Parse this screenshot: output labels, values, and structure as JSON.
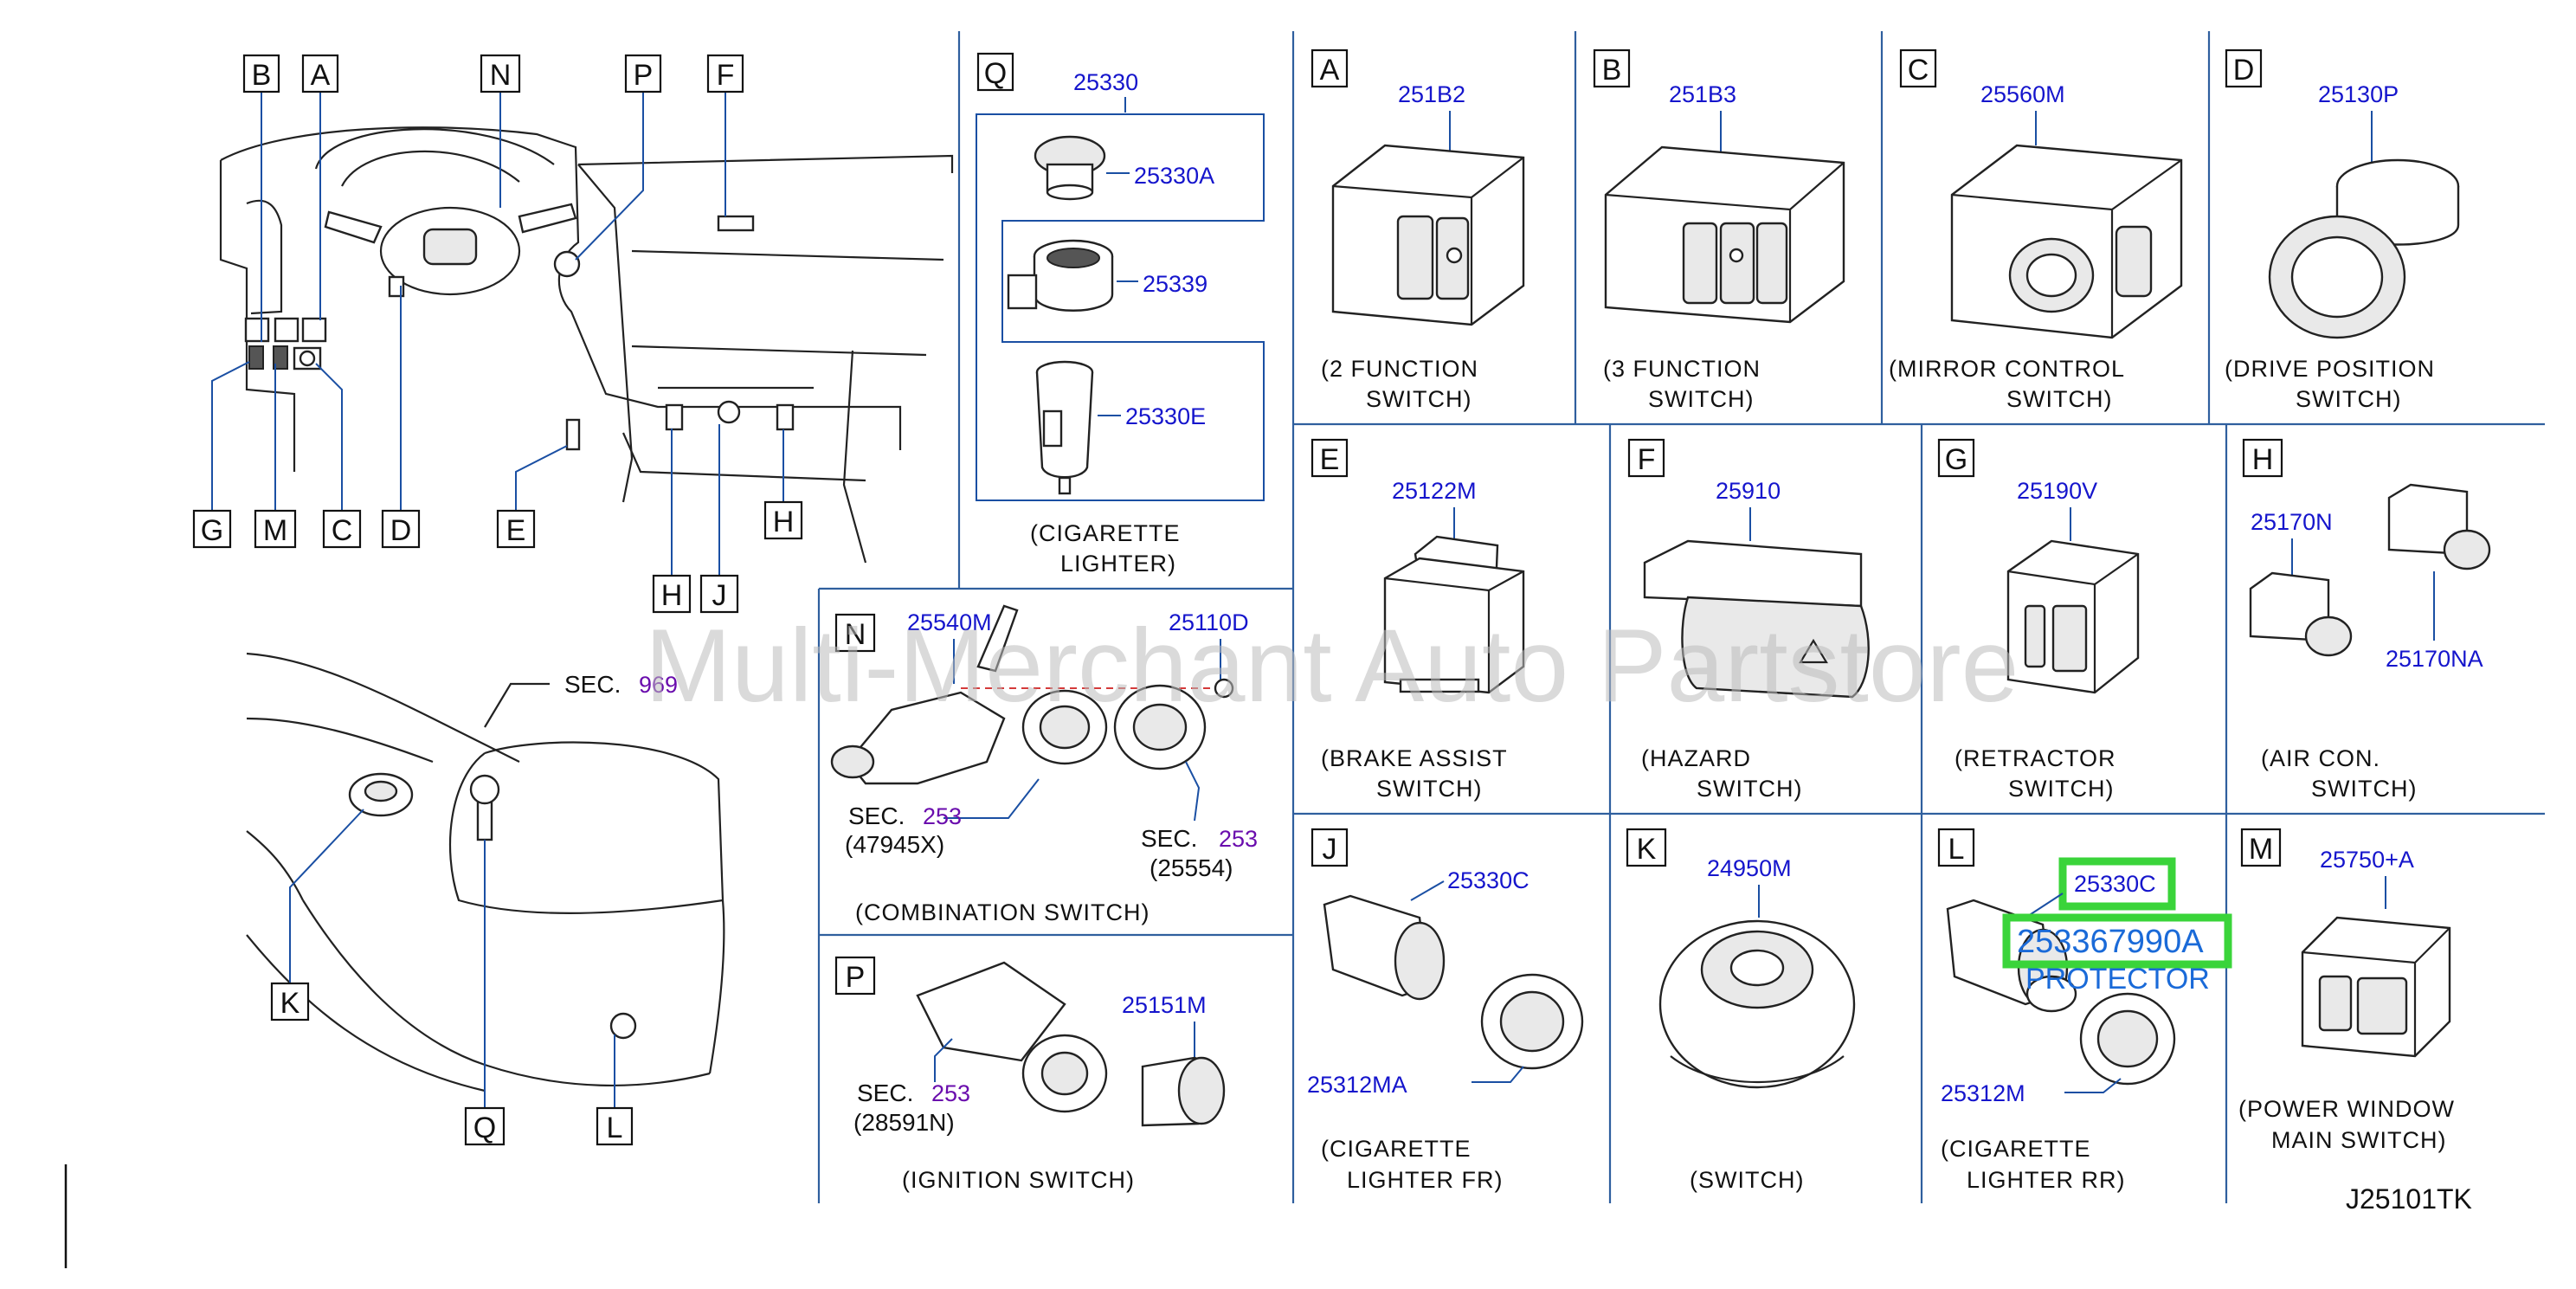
{
  "watermark": "Multi-Merchant Auto Partstore",
  "diagram_code": "J25101TK",
  "overview": {
    "labels": [
      "B",
      "A",
      "N",
      "P",
      "F",
      "G",
      "M",
      "C",
      "D",
      "E",
      "H",
      "H",
      "J",
      "K",
      "Q",
      "L"
    ],
    "sec_label": "SEC.",
    "sec_number": "969"
  },
  "panels": {
    "Q": {
      "letter": "Q",
      "assembly": "25330",
      "parts": [
        "25330A",
        "25339",
        "25330E"
      ],
      "caption": [
        "(CIGARETTE",
        "LIGHTER)"
      ]
    },
    "A": {
      "letter": "A",
      "part": "251B2",
      "caption": [
        "(2   FUNCTION",
        "SWITCH)"
      ]
    },
    "B": {
      "letter": "B",
      "part": "251B3",
      "caption": [
        "(3   FUNCTION",
        "SWITCH)"
      ]
    },
    "C": {
      "letter": "C",
      "part": "25560M",
      "caption": [
        "(MIRROR   CONTROL",
        "SWITCH)"
      ]
    },
    "D": {
      "letter": "D",
      "part": "25130P",
      "caption": [
        "(DRIVE   POSITION",
        "SWITCH)"
      ]
    },
    "N": {
      "letter": "N",
      "parts": [
        "25540M",
        "25110D"
      ],
      "sec_left": "SEC.",
      "sec_left_num": "253",
      "sec_left_sub": "(47945X)",
      "sec_right": "SEC.",
      "sec_right_num": "253",
      "sec_right_sub": "(25554)",
      "caption": [
        "(COMBINATION   SWITCH)"
      ]
    },
    "E": {
      "letter": "E",
      "part": "25122M",
      "caption": [
        "(BRAKE   ASSIST",
        "SWITCH)"
      ]
    },
    "F": {
      "letter": "F",
      "part": "25910",
      "caption": [
        "(HAZARD",
        "SWITCH)"
      ]
    },
    "G": {
      "letter": "G",
      "part": "25190V",
      "caption": [
        "(RETRACTOR",
        "SWITCH)"
      ]
    },
    "H": {
      "letter": "H",
      "parts": [
        "25170N",
        "25170NA"
      ],
      "caption": [
        "(AIR   CON.",
        "SWITCH)"
      ]
    },
    "P": {
      "letter": "P",
      "part": "25151M",
      "sec": "SEC.",
      "sec_num": "253",
      "sec_sub": "(28591N)",
      "caption": [
        "(IGNITION   SWITCH)"
      ]
    },
    "J": {
      "letter": "J",
      "parts": [
        "25330C",
        "25312MA"
      ],
      "caption": [
        "(CIGARETTE",
        "LIGHTER   FR)"
      ]
    },
    "K": {
      "letter": "K",
      "part": "24950M",
      "caption": [
        "(SWITCH)"
      ]
    },
    "L": {
      "letter": "L",
      "parts": [
        "25330C",
        "25312M"
      ],
      "highlight_part": "253367990A",
      "highlight_name": "PROTECTOR",
      "caption": [
        "(CIGARETTE",
        "LIGHTER   RR)"
      ]
    },
    "M": {
      "letter": "M",
      "part": "25750+A",
      "caption": [
        "(POWER   WINDOW",
        "MAIN   SWITCH)"
      ]
    }
  },
  "colors": {
    "grid": "#2f5f9e",
    "part_number": "#1515cc",
    "section_ref": "#6a0dad",
    "highlight": "#3ad43a"
  }
}
